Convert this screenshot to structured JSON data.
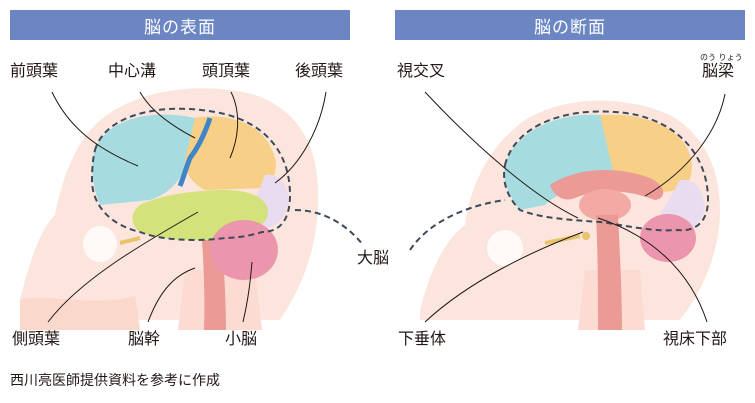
{
  "panels": {
    "surface_title": "脳の表面",
    "section_title": "脳の断面"
  },
  "labels": {
    "frontal_lobe": "前頭葉",
    "central_sulcus": "中心溝",
    "parietal_lobe": "頭頂葉",
    "occipital_lobe": "後頭葉",
    "temporal_lobe": "側頭葉",
    "brainstem": "脳幹",
    "cerebellum": "小脳",
    "cerebrum": "大脳",
    "optic_chiasm": "視交叉",
    "corpus_callosum": "脳梁",
    "corpus_callosum_reading": "のう りょう",
    "pituitary": "下垂体",
    "thalamus_hypothalamus": "視床下部"
  },
  "footer": "西川亮医師提供資料を参考に作成",
  "colors": {
    "title_bar": "#6b86c2",
    "frontal": "#a6dbe0",
    "parietal": "#f7cf86",
    "occipital": "#eadcf0",
    "temporal": "#d3e27a",
    "cerebellum": "#ec96ad",
    "brainstem": "#ec9a95",
    "head": "#fce5dc"
  }
}
